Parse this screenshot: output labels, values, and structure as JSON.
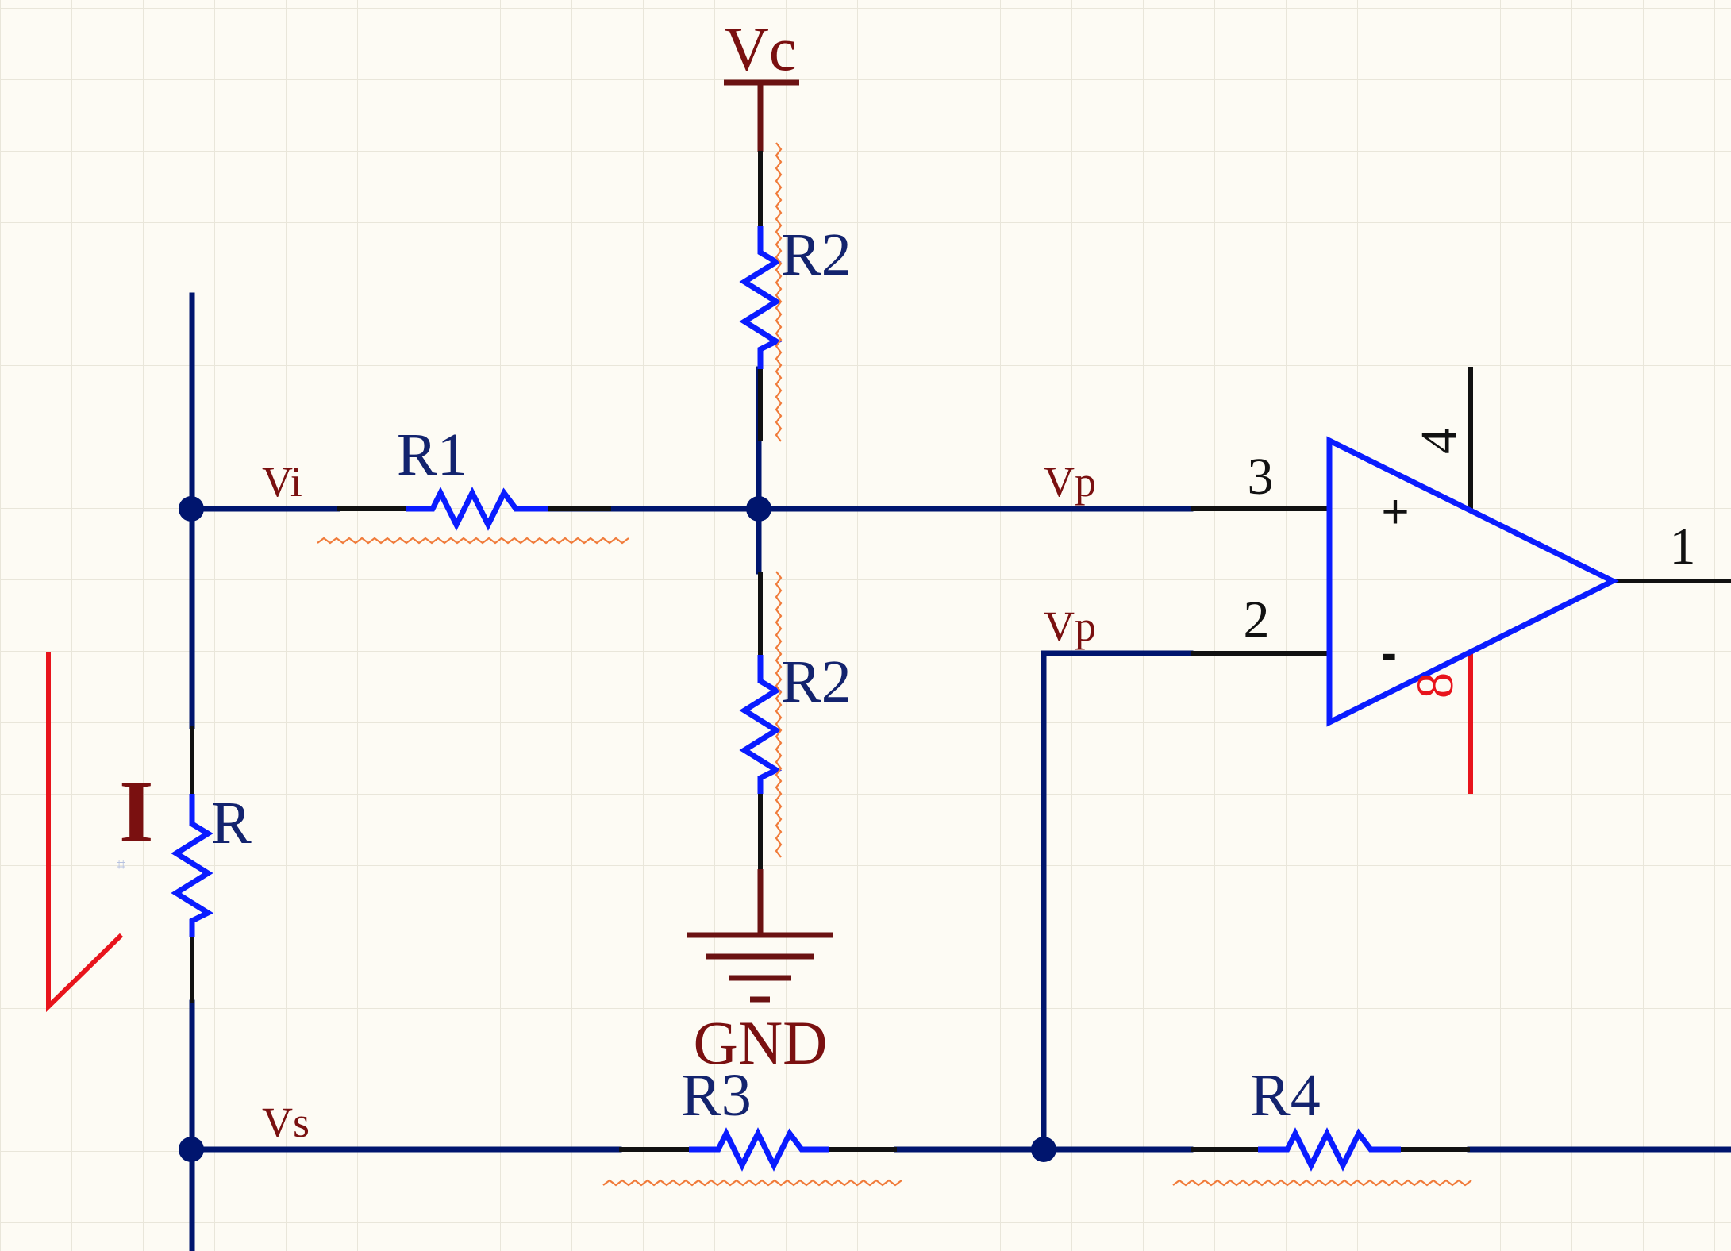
{
  "schematic": {
    "components": {
      "r_top": {
        "ref": "R2"
      },
      "r1": {
        "ref": "R1"
      },
      "r_bottom": {
        "ref": "R2"
      },
      "r_sense": {
        "ref": "R"
      },
      "r3": {
        "ref": "R3"
      },
      "r4": {
        "ref": "R4"
      }
    },
    "nets": {
      "vi": "Vi",
      "vp_top": "Vp",
      "vp_bottom": "Vp",
      "vs": "Vs"
    },
    "power": {
      "vc": "Vc",
      "gnd": "GND"
    },
    "opamp": {
      "pin3": "3",
      "pin2": "2",
      "pin1": "1",
      "pin4": "4",
      "pin8": "8",
      "plus": "+",
      "minus": "-"
    },
    "current": {
      "label": "I"
    },
    "colors": {
      "wire": "#00156e",
      "component": "#0a1cff",
      "pin": "#111111",
      "power": "#6b1212",
      "net_label": "#7a1010",
      "ref_label": "#13236e",
      "highlight": "#e8141c",
      "error_squiggle": "#f07b3a",
      "grid": "#e9e6da",
      "background": "#fdfbf4"
    }
  }
}
